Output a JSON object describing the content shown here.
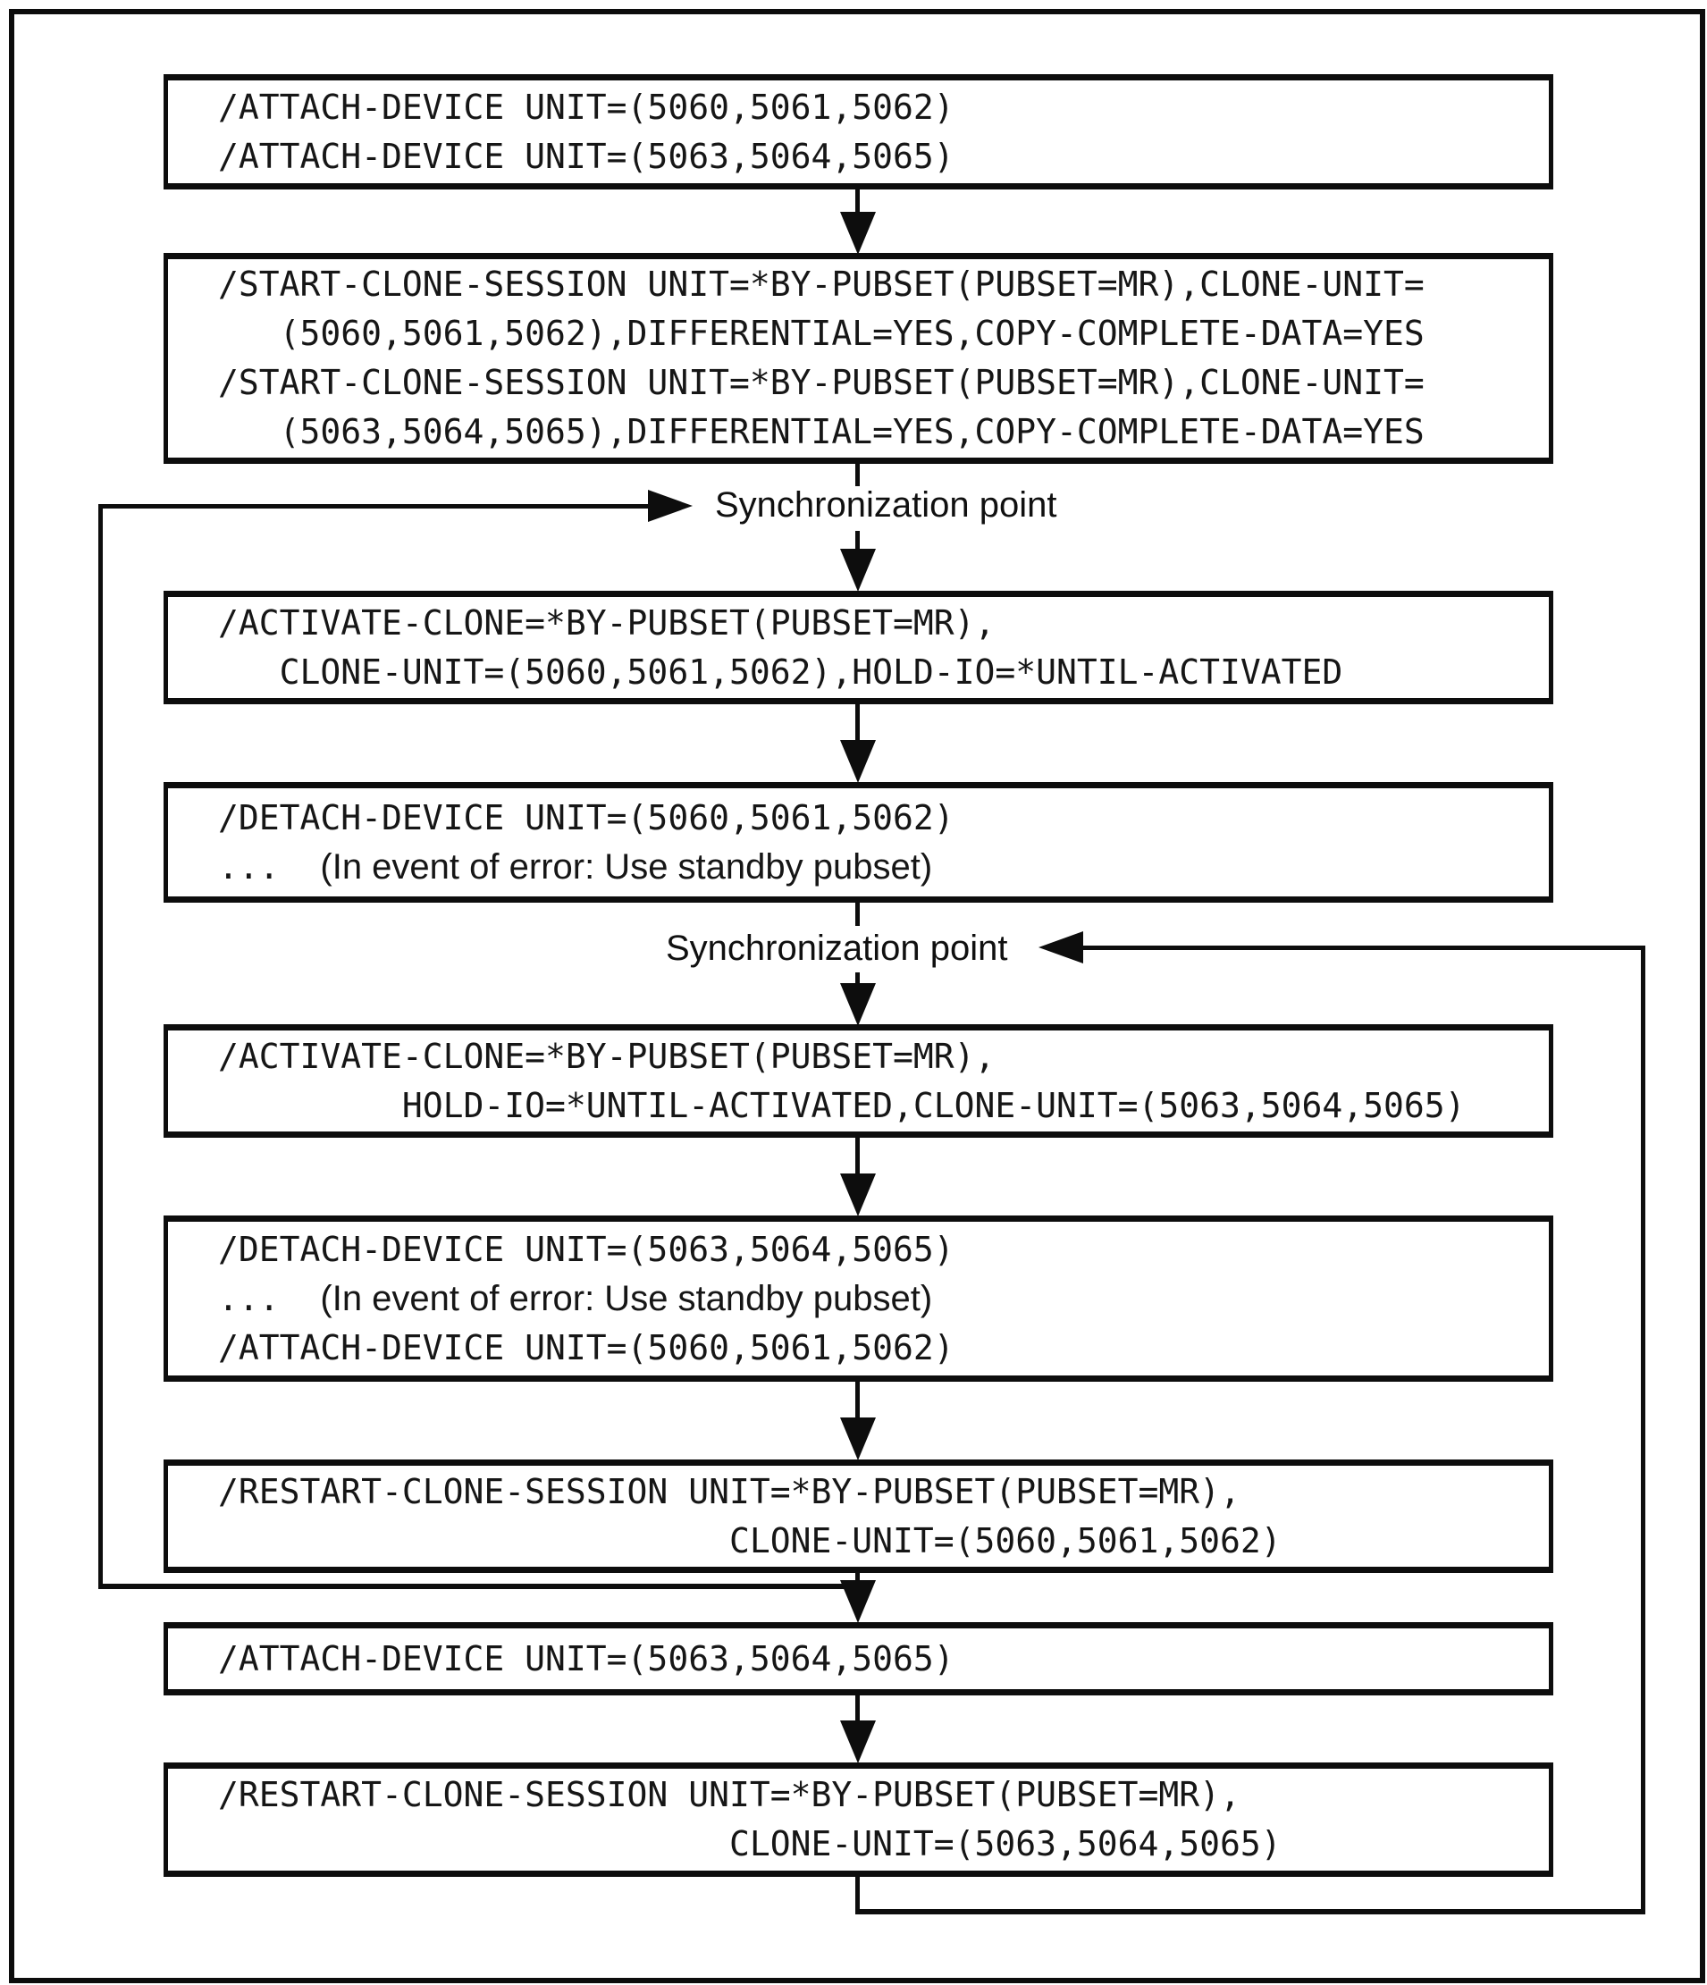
{
  "diagram": {
    "type": "flowchart",
    "colors": {
      "line": "#0d0d0d",
      "text": "#161616",
      "background": "#ffffff"
    },
    "sync_points": [
      {
        "label": "Synchronization point"
      },
      {
        "label": "Synchronization point"
      }
    ],
    "boxes": [
      {
        "name": "attach-device-both",
        "lines": [
          {
            "mono": "/ATTACH-DEVICE UNIT=(5060,5061,5062)"
          },
          {
            "mono": "/ATTACH-DEVICE UNIT=(5063,5064,5065)"
          }
        ]
      },
      {
        "name": "start-clone-sessions",
        "lines": [
          {
            "mono": "/START-CLONE-SESSION UNIT=*BY-PUBSET(PUBSET=MR),CLONE-UNIT="
          },
          {
            "mono": "   (5060,5061,5062),DIFFERENTIAL=YES,COPY-COMPLETE-DATA=YES"
          },
          {
            "mono": "/START-CLONE-SESSION UNIT=*BY-PUBSET(PUBSET=MR),CLONE-UNIT="
          },
          {
            "mono": "   (5063,5064,5065),DIFFERENTIAL=YES,COPY-COMPLETE-DATA=YES"
          }
        ]
      },
      {
        "name": "activate-clone-first",
        "lines": [
          {
            "mono": "/ACTIVATE-CLONE=*BY-PUBSET(PUBSET=MR),"
          },
          {
            "mono": "   CLONE-UNIT=(5060,5061,5062),HOLD-IO=*UNTIL-ACTIVATED"
          }
        ]
      },
      {
        "name": "detach-device-first",
        "lines": [
          {
            "mono": "/DETACH-DEVICE UNIT=(5060,5061,5062)"
          },
          {
            "mono": "...  ",
            "sans": "(In event of error: Use standby pubset)"
          }
        ]
      },
      {
        "name": "activate-clone-second",
        "lines": [
          {
            "mono": "/ACTIVATE-CLONE=*BY-PUBSET(PUBSET=MR),"
          },
          {
            "mono": "         HOLD-IO=*UNTIL-ACTIVATED,CLONE-UNIT=(5063,5064,5065)"
          }
        ]
      },
      {
        "name": "detach-attach-switch",
        "lines": [
          {
            "mono": "/DETACH-DEVICE UNIT=(5063,5064,5065)"
          },
          {
            "mono": "...  ",
            "sans": "(In event of error: Use standby pubset)"
          },
          {
            "mono": "/ATTACH-DEVICE UNIT=(5060,5061,5062)"
          }
        ]
      },
      {
        "name": "restart-clone-session-first",
        "lines": [
          {
            "mono": "/RESTART-CLONE-SESSION UNIT=*BY-PUBSET(PUBSET=MR),"
          },
          {
            "mono": "                         CLONE-UNIT=(5060,5061,5062)"
          }
        ]
      },
      {
        "name": "attach-device-second",
        "lines": [
          {
            "mono": "/ATTACH-DEVICE UNIT=(5063,5064,5065)"
          }
        ]
      },
      {
        "name": "restart-clone-session-second",
        "lines": [
          {
            "mono": "/RESTART-CLONE-SESSION UNIT=*BY-PUBSET(PUBSET=MR),"
          },
          {
            "mono": "                         CLONE-UNIT=(5063,5064,5065)"
          }
        ]
      }
    ]
  }
}
